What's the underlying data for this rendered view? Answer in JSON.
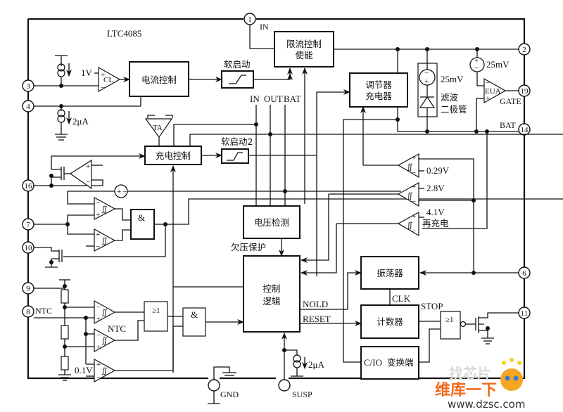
{
  "chip": {
    "name": "LTC4085"
  },
  "pins": {
    "p1": "1",
    "p2": "2",
    "p3": "3",
    "p4": "4",
    "p6": "6",
    "p7": "7",
    "p8": "8",
    "p9": "9",
    "p10": "10",
    "p11": "11",
    "p14": "14",
    "p16": "16",
    "p19": "19"
  },
  "pin_labels": {
    "in": "IN",
    "gate": "GATE",
    "bat": "BAT",
    "ntc": "NTC",
    "gnd": "GND",
    "susp": "SUSP"
  },
  "blocks": {
    "current_control": "电流控制",
    "soft_start": "软启动",
    "soft_start2": "软启动2",
    "limit_enable_l1": "限流控制",
    "limit_enable_l2": "使能",
    "regulator_l1": "调节器",
    "regulator_l2": "充电器",
    "charge_control": "充电控制",
    "voltage_detect": "电压检测",
    "undervoltage": "欠压保护",
    "control_logic_l1": "控制",
    "control_logic_l2": "逻辑",
    "oscillator": "振荡器",
    "counter": "计数器",
    "cio_label": "C/IO",
    "cio_converter": "变换端",
    "and_gate": "&",
    "or_gate": "≥1",
    "filter_diode_l1": "滤波",
    "filter_diode_l2": "二极管",
    "recharge": "再充电"
  },
  "labels": {
    "v1": "1V",
    "cl": "CL",
    "ta": "TA",
    "eua": "EUA",
    "i2ua_a": "2μA",
    "i2ua_b": "2μA",
    "mv25_a": "25mV",
    "mv25_b": "25mV",
    "v029": "0.29V",
    "v28": "2.8V",
    "v41": "4.1V",
    "v01": "0.1V",
    "ntc_cmp": "NTC",
    "in_bus": "IN",
    "out_bus": "OUT",
    "bat_bus": "BAT",
    "nold": "NOLD",
    "reset": "RESET",
    "clk": "CLK",
    "stop": "STOP",
    "plus": "+",
    "minus": "−"
  },
  "watermark": {
    "line1": "找芯片",
    "line2": "维库一下",
    "url": "www.dzsc.com",
    "color": "#f26a1b"
  }
}
